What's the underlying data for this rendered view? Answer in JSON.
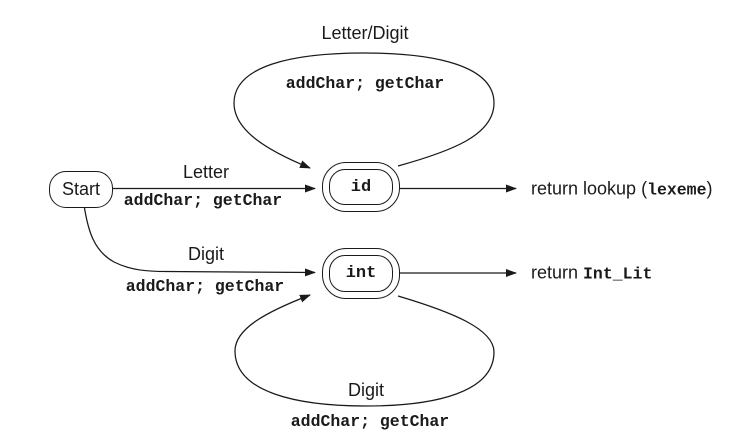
{
  "figure": {
    "type": "finite-automaton-state-diagram",
    "background": "#ffffff",
    "stroke_color": "#1a1a1a"
  },
  "states": [
    {
      "name": "Start",
      "kind": "start"
    },
    {
      "name": "id",
      "kind": "accepting"
    },
    {
      "name": "int",
      "kind": "accepting"
    }
  ],
  "transitions": [
    {
      "from": "Start",
      "to": "id",
      "condition": "Letter",
      "action": "addChar; getChar"
    },
    {
      "from": "Start",
      "to": "int",
      "condition": "Digit",
      "action": "addChar; getChar"
    },
    {
      "from": "id",
      "to": "id",
      "condition": "Letter/Digit",
      "action": "addChar; getChar"
    },
    {
      "from": "int",
      "to": "int",
      "condition": "Digit",
      "action": "addChar; getChar"
    }
  ],
  "returns": [
    {
      "from": "id",
      "prefix": "return lookup (",
      "code": "lexeme",
      "suffix": ")"
    },
    {
      "from": "int",
      "prefix": "return ",
      "code": "Int_Lit",
      "suffix": ""
    }
  ]
}
